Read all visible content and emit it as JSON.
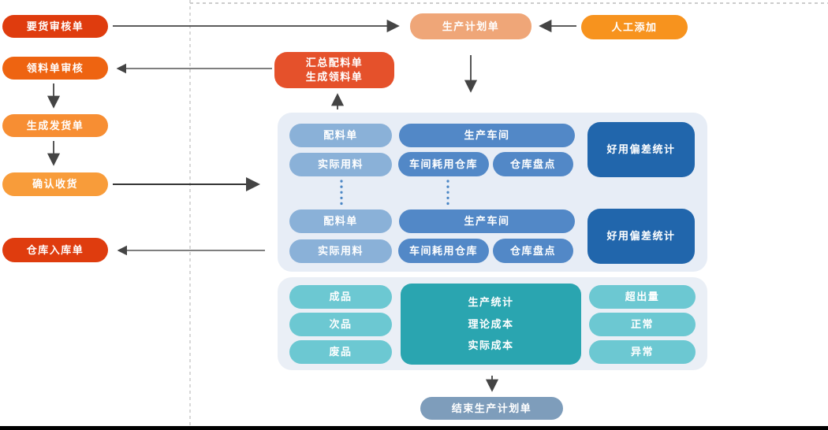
{
  "diagram": {
    "left_flow": {
      "demand_audit": "要货审核单",
      "material_request_audit": "领料单审核",
      "generate_delivery": "生成发货单",
      "confirm_receipt": "确认收货",
      "warehouse_inbound": "仓库入库单"
    },
    "top": {
      "production_plan": "生产计划单",
      "manual_add": "人工添加",
      "summary_line1": "汇总配料单",
      "summary_line2": "生成领料单"
    },
    "workshop_panel": {
      "groups": [
        {
          "batching": "配料单",
          "workshop": "生产车间",
          "actual_usage": "实际用料",
          "workshop_warehouse": "车间耗用仓库",
          "stocktake": "仓库盘点",
          "deviation_stats": "好用偏差统计"
        },
        {
          "batching": "配料单",
          "workshop": "生产车间",
          "actual_usage": "实际用料",
          "workshop_warehouse": "车间耗用仓库",
          "stocktake": "仓库盘点",
          "deviation_stats": "好用偏差统计"
        }
      ]
    },
    "stats_panel": {
      "left": [
        "成品",
        "次品",
        "废品"
      ],
      "center": [
        "生产统计",
        "理论成本",
        "实际成本"
      ],
      "right": [
        "超出量",
        "正常",
        "异常"
      ]
    },
    "bottom": {
      "end_plan": "结束生产计划单"
    }
  },
  "colors": {
    "red": "#df3c0e",
    "orange_dark": "#ee6411",
    "orange": "#f78e33",
    "orange_light": "#f89c3a",
    "salmon": "#efa678",
    "red_orange": "#e5512b",
    "manual_orange": "#f7931e",
    "blue_light": "#8ab1d8",
    "blue_medium": "#5288c7",
    "blue_dark": "#2166ac",
    "teal_light": "#6cc8d2",
    "teal_dark": "#2aa5b0",
    "grey_blue": "#7e9dbb",
    "panel_bg": "#e7edf6",
    "dashed_line": "#cccccc",
    "arrow": "#444444"
  }
}
